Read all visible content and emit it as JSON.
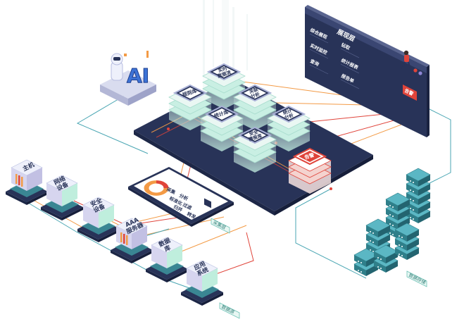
{
  "platform": {
    "title": "大数据分析平台",
    "modules": [
      {
        "id": "m1",
        "text": "实时\n数据流"
      },
      {
        "id": "m2",
        "text": "规则库"
      },
      {
        "id": "m3",
        "text": "关联\n分析"
      },
      {
        "id": "m4",
        "text": "统计库"
      },
      {
        "id": "m5",
        "text": "统计\n分析"
      },
      {
        "id": "m6",
        "text": "安全\n情报库"
      },
      {
        "id": "m7",
        "text": "告警"
      }
    ]
  },
  "ai": {
    "label": "AI"
  },
  "display": {
    "header": "展现层",
    "rows": [
      [
        "综合展现",
        "钻取"
      ],
      [
        "实时监控",
        "统计报表"
      ],
      [
        "查询",
        "报告单"
      ]
    ],
    "alarm_badge": "告警"
  },
  "panel": {
    "items": [
      "采集",
      "分析",
      "标准化",
      "过滤",
      "归并",
      "转发"
    ],
    "caption": "采集层"
  },
  "devices": [
    {
      "id": "host",
      "text": "主机"
    },
    {
      "id": "network",
      "text": "网络\n设备"
    },
    {
      "id": "security",
      "text": "安全\n设备"
    },
    {
      "id": "aaa",
      "text": "AAA\n服务器"
    },
    {
      "id": "database",
      "text": "数据\n库"
    },
    {
      "id": "app",
      "text": "应用\n系统"
    }
  ],
  "tags": {
    "data_source": "数据源",
    "storage": "数据存储"
  },
  "colors": {
    "navy": "#283358",
    "navy_dark": "#1d2747",
    "mint": "#bfeedd",
    "mint_dark": "#8fd6c0",
    "teal": "#4aa6b3",
    "orange": "#f39a45",
    "red": "#e0443a",
    "purple": "#c9c8e6"
  }
}
